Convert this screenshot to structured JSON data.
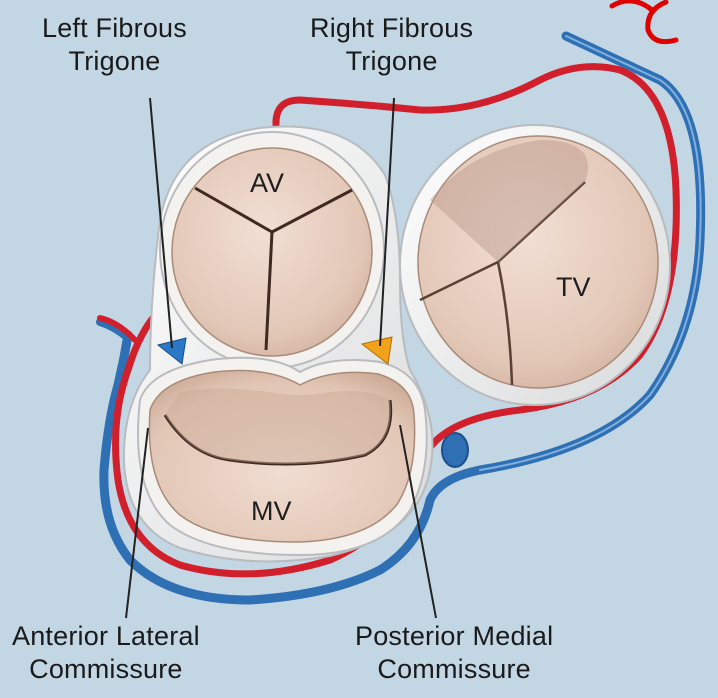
{
  "labels": {
    "left_fibrous_trigone": [
      "Left Fibrous",
      "Trigone"
    ],
    "right_fibrous_trigone": [
      "Right Fibrous",
      "Trigone"
    ],
    "anterior_lateral_commissure": [
      "Anterior Lateral",
      "Commissure"
    ],
    "posterior_medial_commissure": [
      "Posterior Medial",
      "Commissure"
    ]
  },
  "valves": {
    "aortic": "AV",
    "tricuspid": "TV",
    "mitral": "MV"
  },
  "colors": {
    "background": "#c3d6e4",
    "artery": "#d21f2c",
    "vein": "#2f6fb4",
    "leaflet": "#e9d3c6",
    "annulus": "#f4f2ef",
    "left_trigone_marker": "#2b79c6",
    "right_trigone_marker": "#f2a21b",
    "watermark": "#e00000"
  }
}
